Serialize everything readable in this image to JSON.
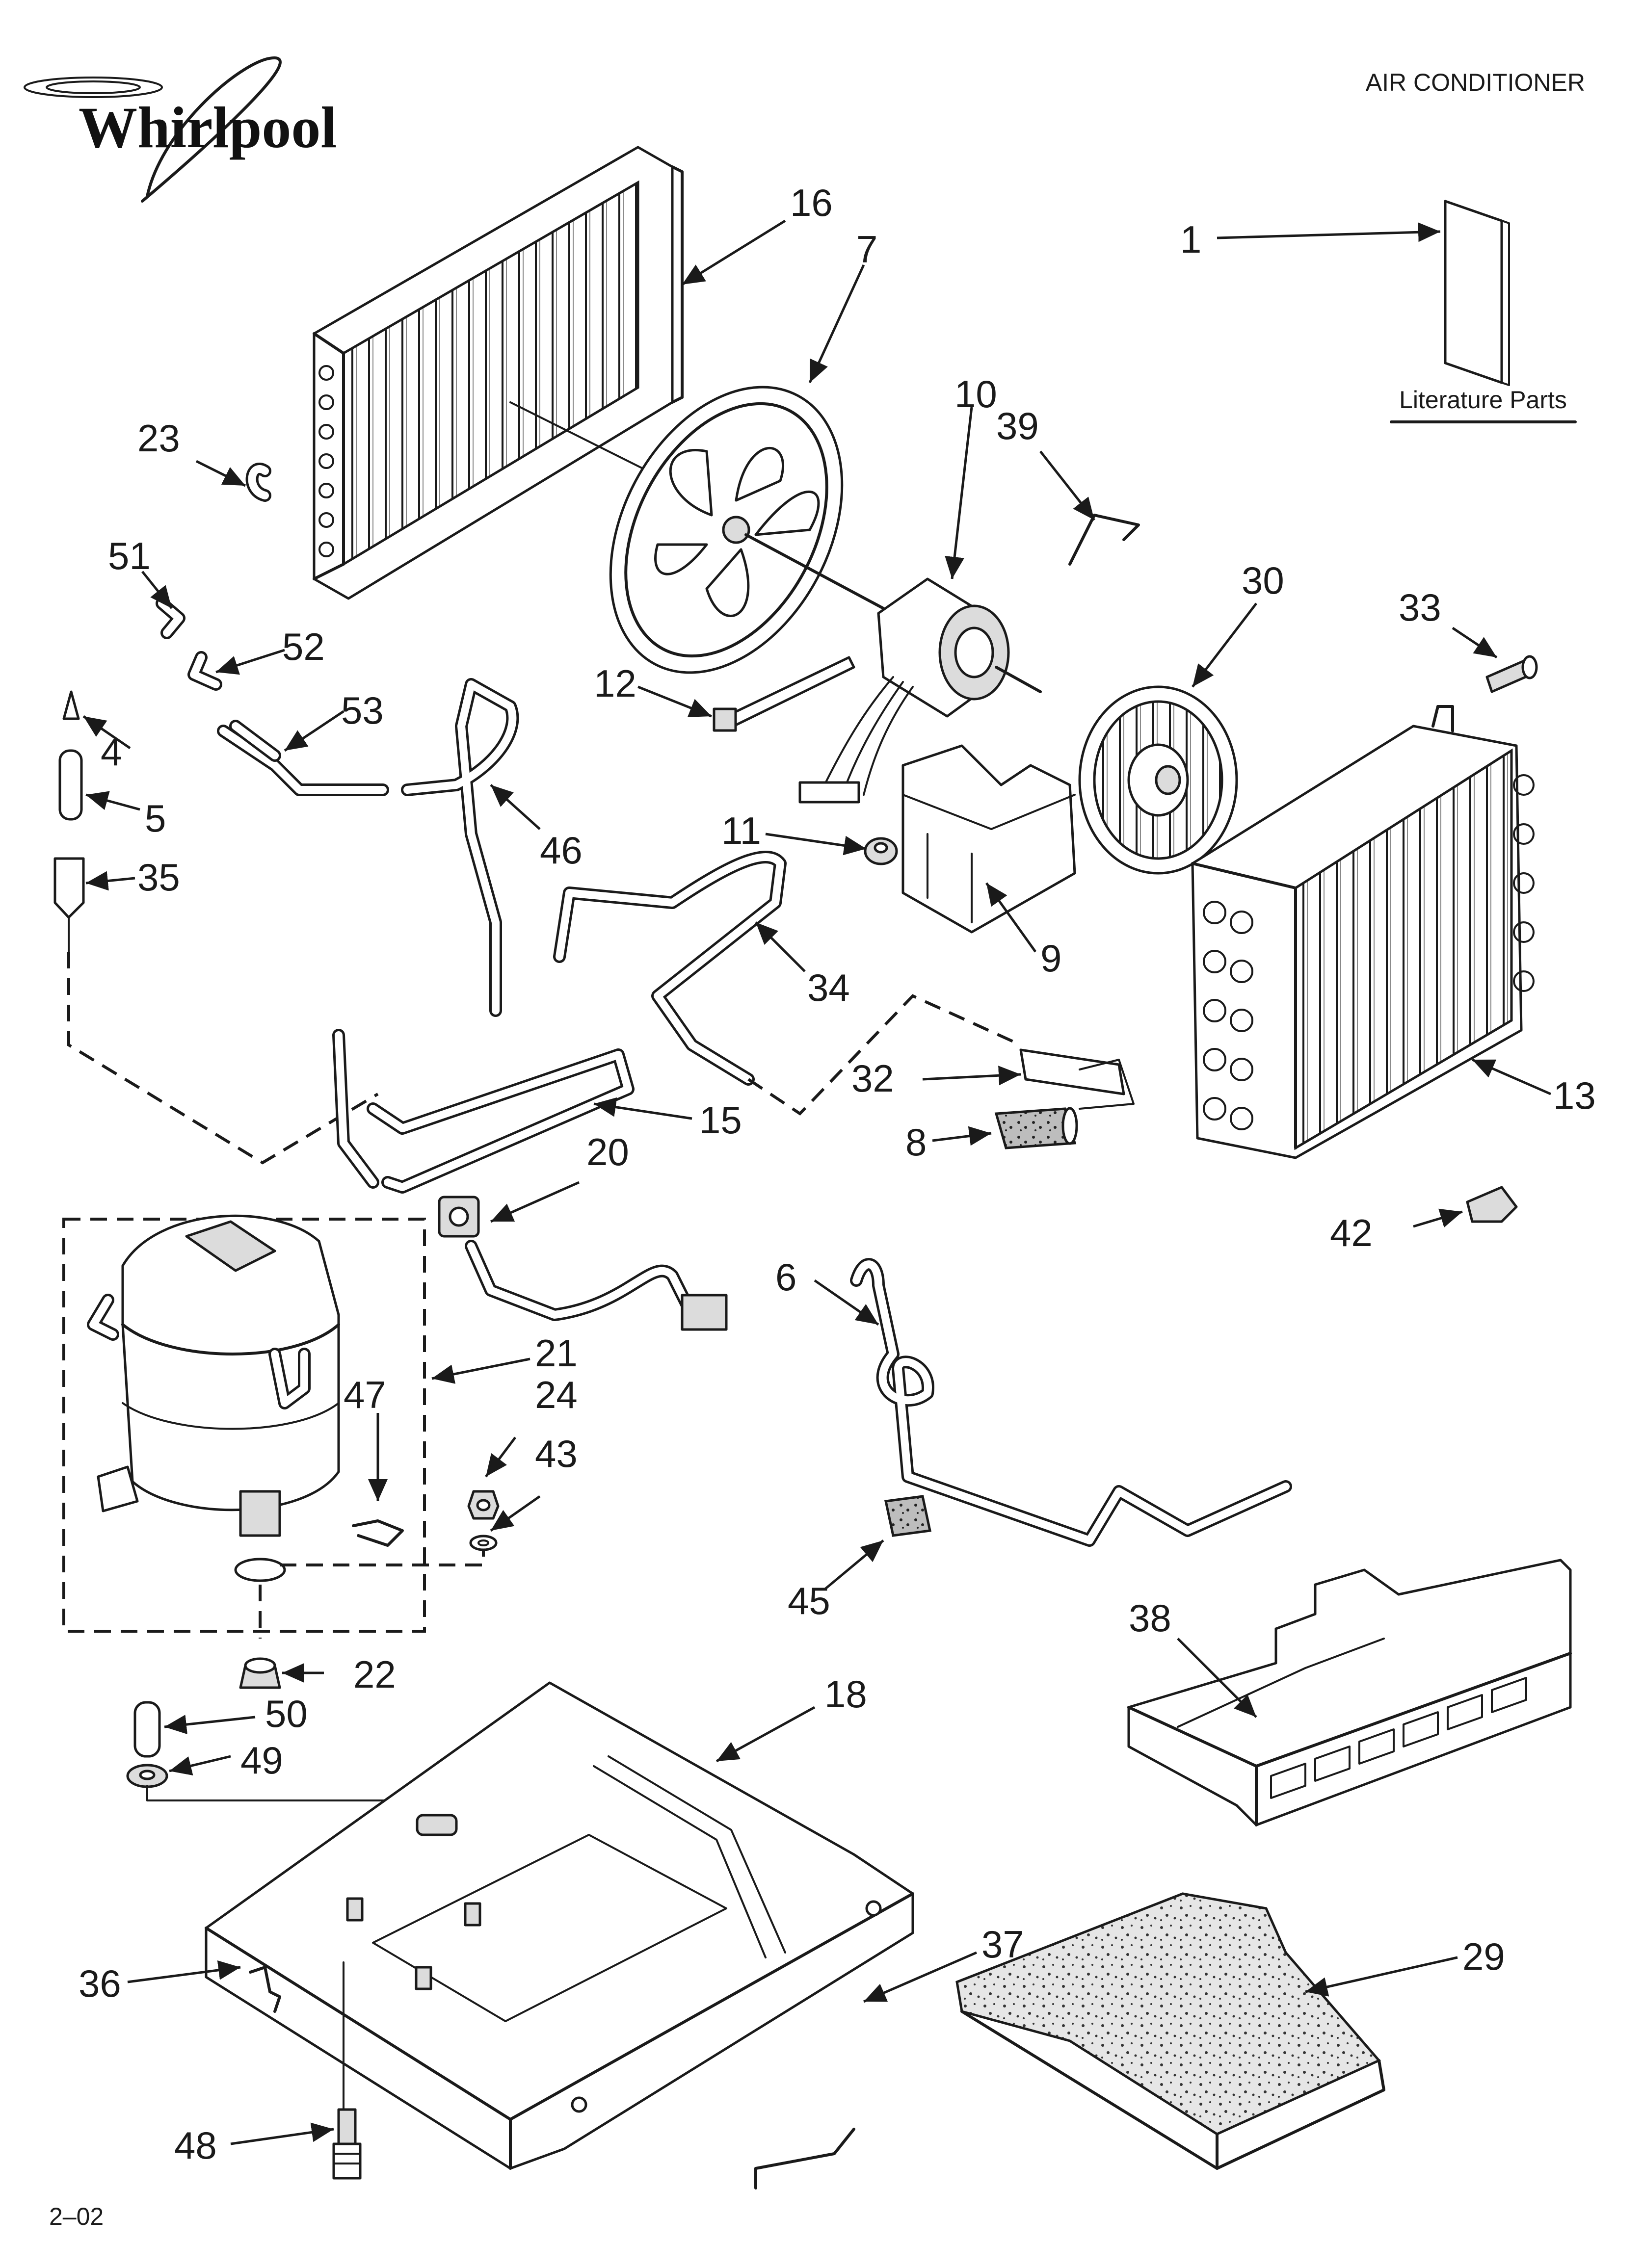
{
  "header": {
    "brand": "Whirlpool",
    "section_title": "AIR CONDITIONER",
    "literature_label": "Literature Parts",
    "footer_code": "2–02"
  },
  "callouts": [
    {
      "id": "c1",
      "label": "1"
    },
    {
      "id": "c4",
      "label": "4"
    },
    {
      "id": "c5",
      "label": "5"
    },
    {
      "id": "c6",
      "label": "6"
    },
    {
      "id": "c7",
      "label": "7"
    },
    {
      "id": "c8",
      "label": "8"
    },
    {
      "id": "c9",
      "label": "9"
    },
    {
      "id": "c10",
      "label": "10"
    },
    {
      "id": "c11",
      "label": "11"
    },
    {
      "id": "c12",
      "label": "12"
    },
    {
      "id": "c13",
      "label": "13"
    },
    {
      "id": "c15",
      "label": "15"
    },
    {
      "id": "c16",
      "label": "16"
    },
    {
      "id": "c18",
      "label": "18"
    },
    {
      "id": "c20",
      "label": "20"
    },
    {
      "id": "c21",
      "label": "21"
    },
    {
      "id": "c22",
      "label": "22"
    },
    {
      "id": "c23",
      "label": "23"
    },
    {
      "id": "c24",
      "label": "24"
    },
    {
      "id": "c29",
      "label": "29"
    },
    {
      "id": "c30",
      "label": "30"
    },
    {
      "id": "c32",
      "label": "32"
    },
    {
      "id": "c33",
      "label": "33"
    },
    {
      "id": "c34",
      "label": "34"
    },
    {
      "id": "c35",
      "label": "35"
    },
    {
      "id": "c36",
      "label": "36"
    },
    {
      "id": "c37",
      "label": "37"
    },
    {
      "id": "c38",
      "label": "38"
    },
    {
      "id": "c39",
      "label": "39"
    },
    {
      "id": "c42",
      "label": "42"
    },
    {
      "id": "c43",
      "label": "43"
    },
    {
      "id": "c45",
      "label": "45"
    },
    {
      "id": "c46",
      "label": "46"
    },
    {
      "id": "c47",
      "label": "47"
    },
    {
      "id": "c48",
      "label": "48"
    },
    {
      "id": "c49",
      "label": "49"
    },
    {
      "id": "c50",
      "label": "50"
    },
    {
      "id": "c51",
      "label": "51"
    },
    {
      "id": "c52",
      "label": "52"
    },
    {
      "id": "c53",
      "label": "53"
    }
  ]
}
